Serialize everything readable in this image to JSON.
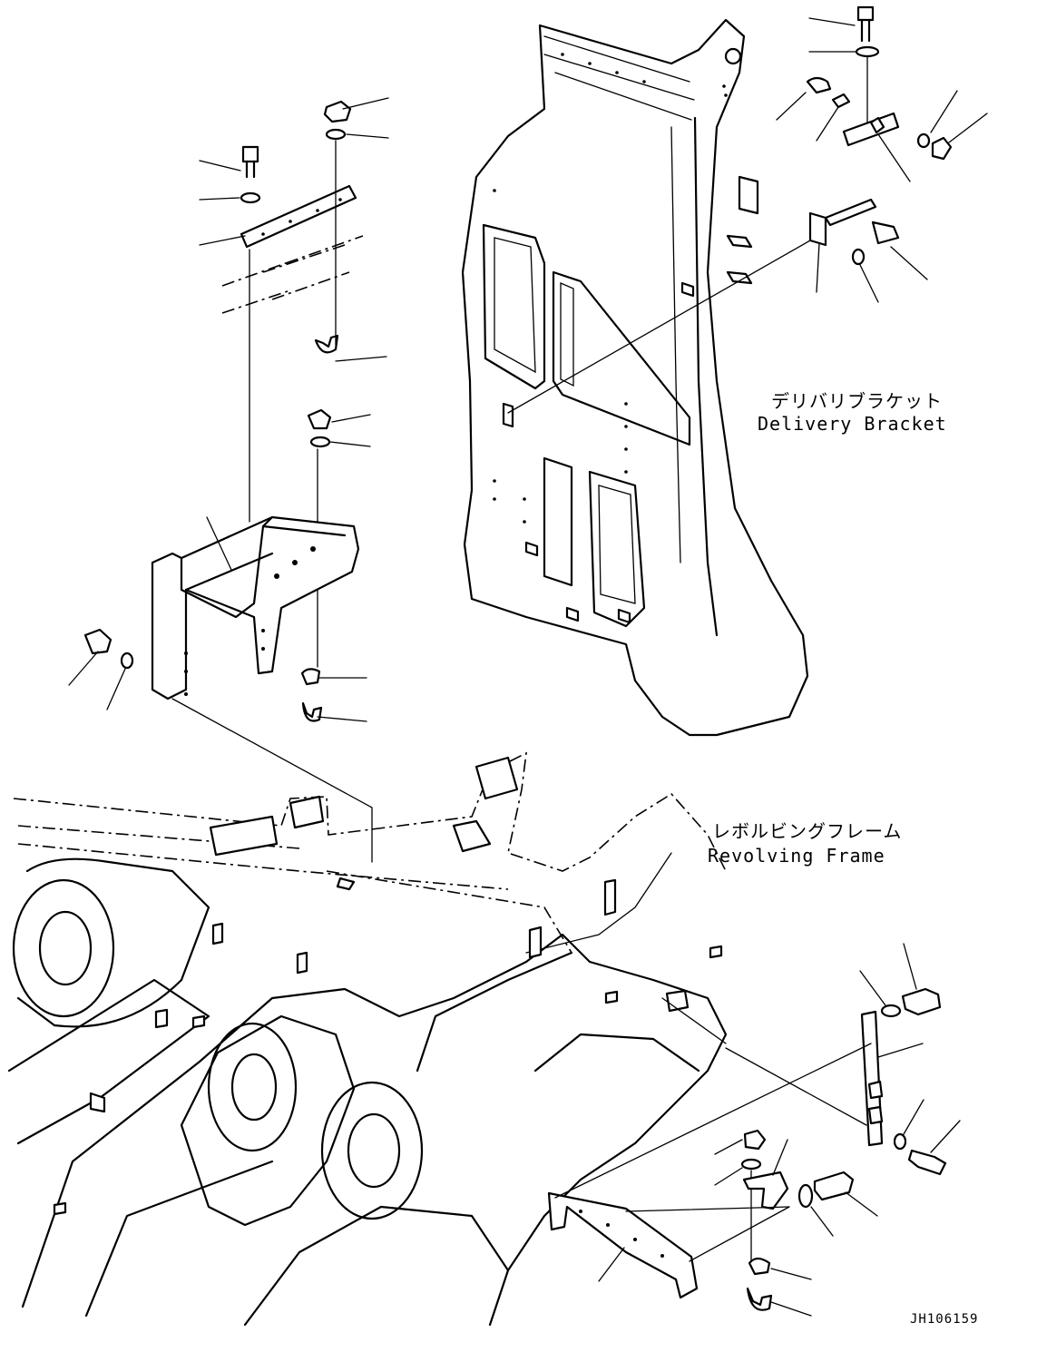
{
  "labels": {
    "delivery_bracket_jp": "デリバリブラケット",
    "delivery_bracket_en": "Delivery Bracket",
    "revolving_frame_jp": "レボルビングフレーム",
    "revolving_frame_en": "Revolving Frame"
  },
  "drawing_code": "JH106159"
}
